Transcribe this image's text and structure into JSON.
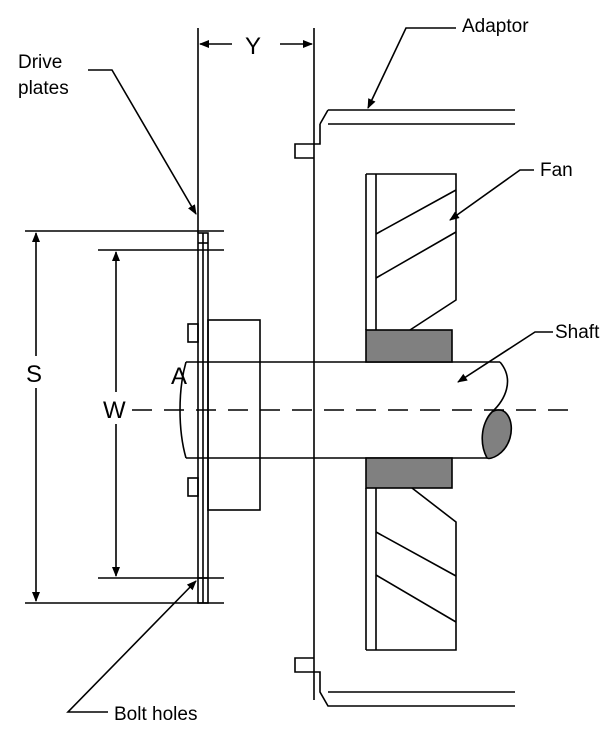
{
  "labels": {
    "adaptor": "Adaptor",
    "drive_plates_line1": "Drive",
    "drive_plates_line2": "plates",
    "fan": "Fan",
    "shaft": "Shaft",
    "bolt_holes": "Bolt holes"
  },
  "dimensions": {
    "y": "Y",
    "s": "S",
    "w": "W",
    "a": "A"
  },
  "colors": {
    "line": "#000000",
    "hub_fill": "#808080",
    "background": "#ffffff"
  }
}
